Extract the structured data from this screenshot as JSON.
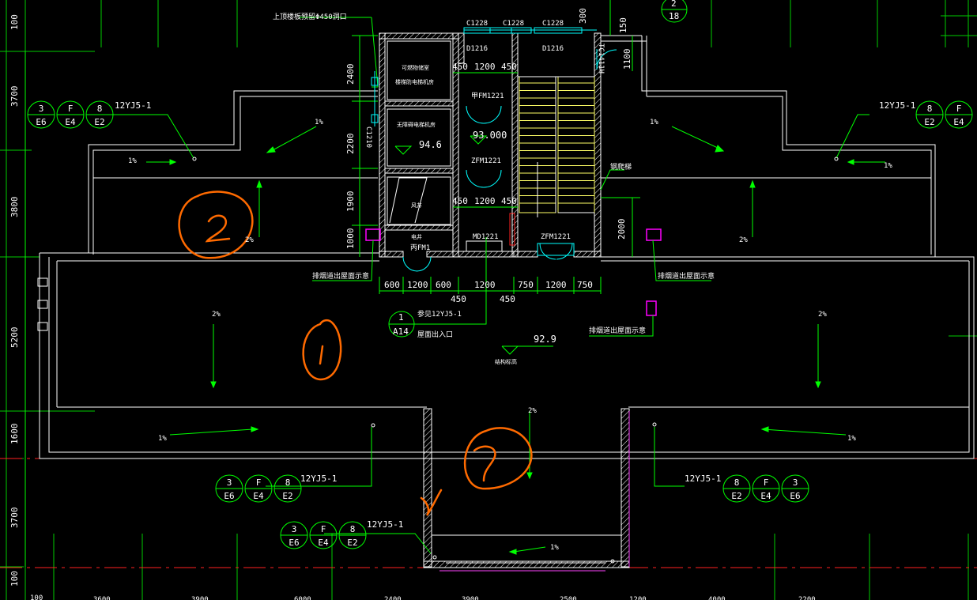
{
  "colors": {
    "background": "#000000",
    "outline": "#ffffff",
    "dimension": "#00ff00",
    "annotation": "#ffffff",
    "axis_red": "#ff2020",
    "door": "#00ffff",
    "yellow": "#ffff66",
    "magenta": "#ff00ff",
    "handwriting": "#ff6a00"
  },
  "left_dims": [
    "100",
    "3700",
    "3800",
    "5200",
    "1600",
    "3700",
    "100"
  ],
  "core_dims": [
    "2400",
    "2200",
    "1900",
    "1000"
  ],
  "stair_dims": [
    "300",
    "150",
    "1100",
    "2000"
  ],
  "bottom_dims_row1": [
    "600",
    "1200",
    "600",
    "1200",
    "750",
    "1200",
    "750"
  ],
  "bottom_dims_row2": [
    "450",
    "450"
  ],
  "mid_dims_top": [
    "450",
    "1200",
    "450"
  ],
  "mid_dims_lower": [
    "450",
    "1200",
    "450"
  ],
  "axis_bottom": [
    "100",
    "3600",
    "3900",
    "6000",
    "2400",
    "3900",
    "2500",
    "1200",
    "4000",
    "2200"
  ],
  "axis_tag_top": {
    "num": "2",
    "ref": "18"
  },
  "windows": [
    "C1228",
    "C1228",
    "C1228"
  ],
  "rooms": {
    "d1216_left": "D1216",
    "d1216_right": "D1216",
    "room_top": "可燃物储室",
    "room_top2": "楼梯防电梯机房",
    "room_mid": "无障碍电梯机房",
    "room_fan": "风井",
    "room_elec": "电井",
    "c1210": "C1210",
    "jfm1221": "甲FM1221",
    "zfm1221_a": "ZFM1221",
    "md1221": "MD1221",
    "zfm1221_b": "ZFM1221",
    "fm1": "丙FM1",
    "fire_ladder": "钢爬梯",
    "hatch_label": "上顶楼板预留Φ450洞口"
  },
  "levels": {
    "core": "94.6",
    "stair": "93.000",
    "roof": "92.9",
    "roof_label": "结构标高"
  },
  "slopes": [
    "1%",
    "1%",
    "1%",
    "1%",
    "2%",
    "2%",
    "2%",
    "2%",
    "1%",
    "1%",
    "1%",
    "2%"
  ],
  "callouts": {
    "smoke_left": "排烟道出屋面示意",
    "smoke_right": "排烟道出屋面示意",
    "smoke_right2": "排烟道出屋面示意",
    "roof_exit": "屋面出入口",
    "ref_12yj": "参见12YJ5-1",
    "ref_num": "1",
    "ref_sheet": "A14"
  },
  "detail_ref": "12YJ5-1",
  "detail_tags": {
    "left_top": [
      [
        "3",
        "E6"
      ],
      [
        "F",
        "E4"
      ],
      [
        "8",
        "E2"
      ]
    ],
    "right_top": [
      [
        "8",
        "E2"
      ],
      [
        "F",
        "E4"
      ]
    ],
    "left_bottom": [
      [
        "3",
        "E6"
      ],
      [
        "F",
        "E4"
      ],
      [
        "8",
        "E2"
      ]
    ],
    "right_bottom": [
      [
        "8",
        "E2"
      ],
      [
        "F",
        "E4"
      ],
      [
        "3",
        "E6"
      ]
    ],
    "lower_left": [
      [
        "3",
        "E6"
      ],
      [
        "F",
        "E4"
      ],
      [
        "8",
        "E2"
      ]
    ]
  },
  "handwriting": [
    "2",
    "1",
    "?"
  ]
}
